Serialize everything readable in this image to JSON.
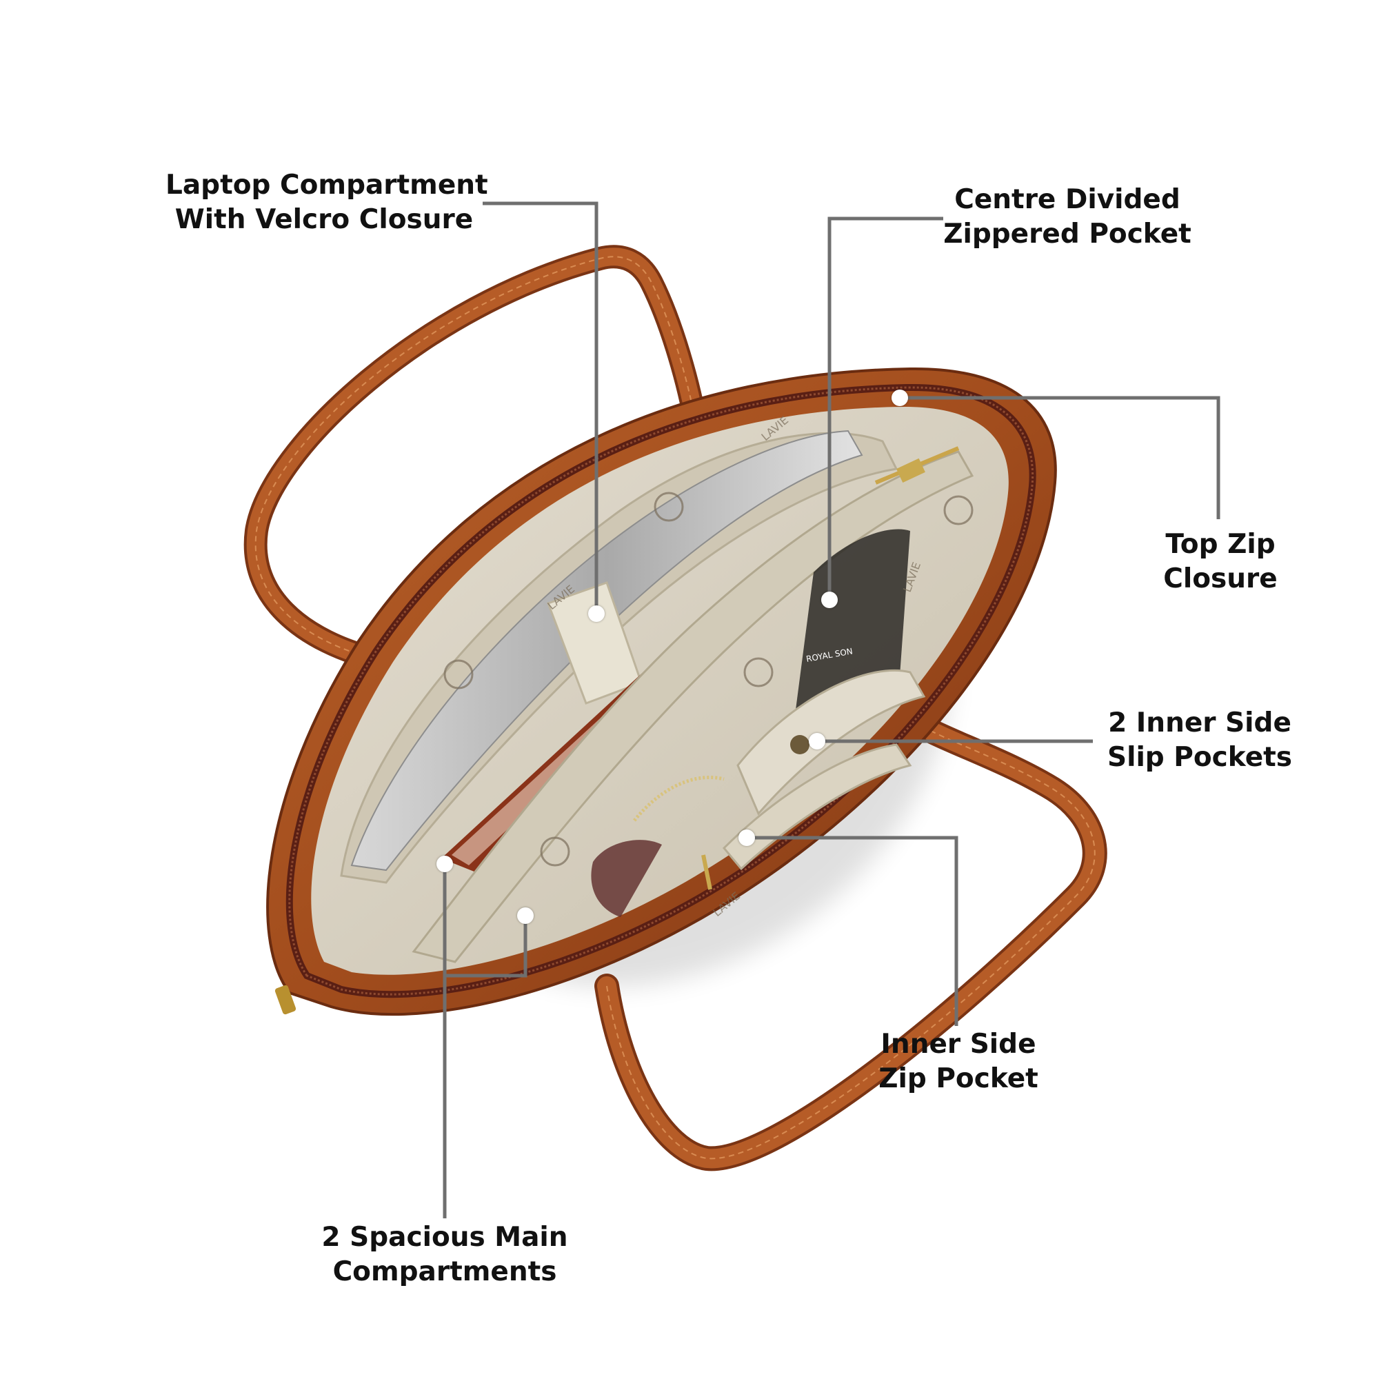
{
  "callouts": {
    "laptop": {
      "line1": "Laptop Compartment",
      "line2": "With Velcro Closure"
    },
    "centre": {
      "line1": "Centre Divided",
      "line2": "Zippered Pocket"
    },
    "topzip": {
      "line1": "Top Zip",
      "line2": "Closure"
    },
    "slip": {
      "line1": "2 Inner Side",
      "line2": "Slip Pockets"
    },
    "innerzip": {
      "line1": "Inner Side",
      "line2": "Zip Pocket"
    },
    "main": {
      "line1": "2 Spacious Main",
      "line2": "Compartments"
    }
  },
  "product": {
    "lining_brand": "LAVIE",
    "item_brand": "ROYAL SON"
  },
  "colors": {
    "leather": "#a9521f",
    "leather_dark": "#7a3414",
    "lining": "#d8d2c3",
    "leader_line": "#6f6f6f"
  }
}
